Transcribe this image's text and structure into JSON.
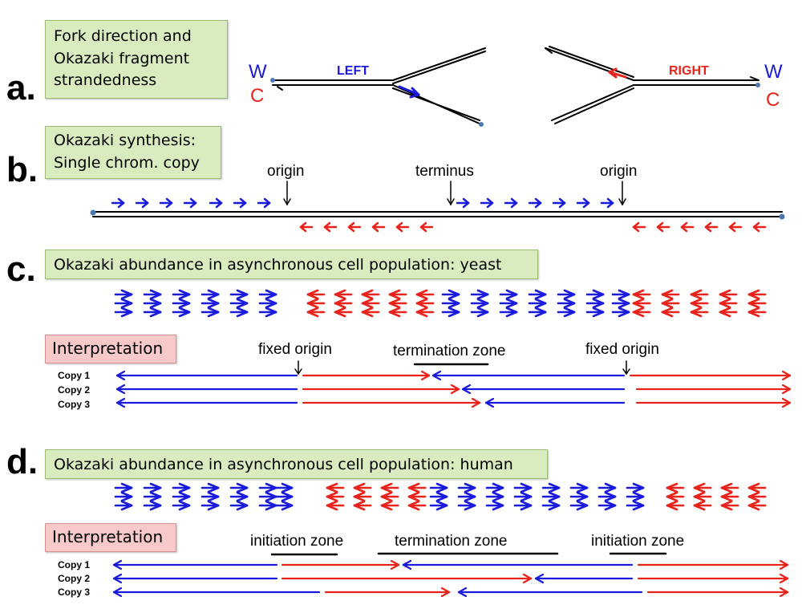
{
  "colors": {
    "blue": "#1a1adc",
    "red": "#e8231b",
    "green_box": "#d9ecc0",
    "pink_box": "#f7c9c9"
  },
  "panel_a": {
    "label": "a.",
    "title_line1": "Fork direction and",
    "title_line2": "Okazaki fragment",
    "title_line3": "strandedness",
    "w_left": "W",
    "c_left": "C",
    "left": "LEFT",
    "w_right": "W",
    "c_right": "C",
    "right": "RIGHT"
  },
  "panel_b": {
    "label": "b.",
    "title_line1": "Okazaki synthesis:",
    "title_line2": "Single chrom. copy",
    "origin1": "origin",
    "terminus": "terminus",
    "origin2": "origin"
  },
  "panel_c": {
    "label": "c.",
    "title": "Okazaki abundance in asynchronous cell population: yeast",
    "interpretation": "Interpretation",
    "fixed_origin1": "fixed origin",
    "termination_zone": "termination zone",
    "fixed_origin2": "fixed origin",
    "copies": [
      "Copy 1",
      "Copy 2",
      "Copy 3"
    ]
  },
  "panel_d": {
    "label": "d.",
    "title": "Okazaki abundance in asynchronous cell population: human",
    "interpretation": "Interpretation",
    "initiation_zone1": "initiation zone",
    "termination_zone": "termination zone",
    "initiation_zone2": "initiation zone",
    "copies": [
      "Copy 1",
      "Copy 2",
      "Copy 3"
    ]
  }
}
